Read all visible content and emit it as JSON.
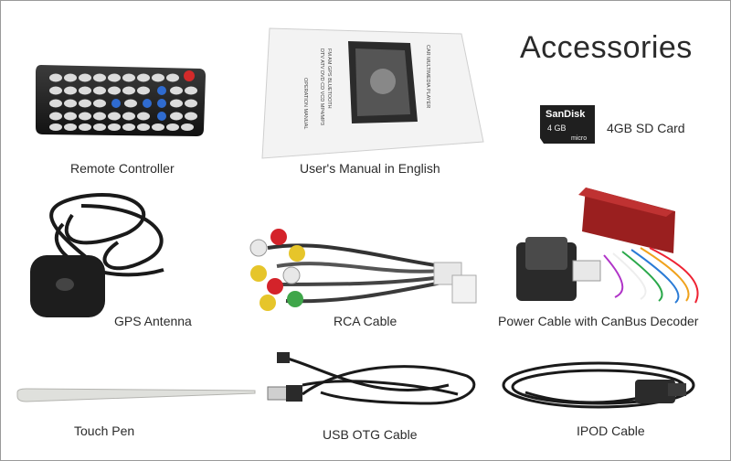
{
  "heading": "Accessories",
  "items": [
    {
      "label": "Remote Controller"
    },
    {
      "label": "User's Manual in English"
    },
    {
      "label": "4GB SD Card"
    },
    {
      "label": "GPS Antenna"
    },
    {
      "label": "RCA Cable"
    },
    {
      "label": "Power Cable with CanBus Decoder"
    },
    {
      "label": "Touch Pen"
    },
    {
      "label": "USB OTG Cable"
    },
    {
      "label": "IPOD Cable"
    }
  ],
  "manual": {
    "cover_text": [
      "CAR",
      "MULTIMEDIA",
      "PLAYER",
      "FM AM GPS BLUETOOTH",
      "DTV ATV DVD CD VCD MP4/MP3",
      "OPERATION",
      "MANUAL"
    ]
  },
  "sd_card": {
    "brand": "SanDisk",
    "capacity": "4GB",
    "format": "micro SD"
  },
  "colors": {
    "rca_red": "#d4232a",
    "rca_white": "#e8e8e8",
    "rca_yellow": "#e6c52a",
    "rca_green": "#3fa64a",
    "decoder_red": "#9a1f1f"
  }
}
